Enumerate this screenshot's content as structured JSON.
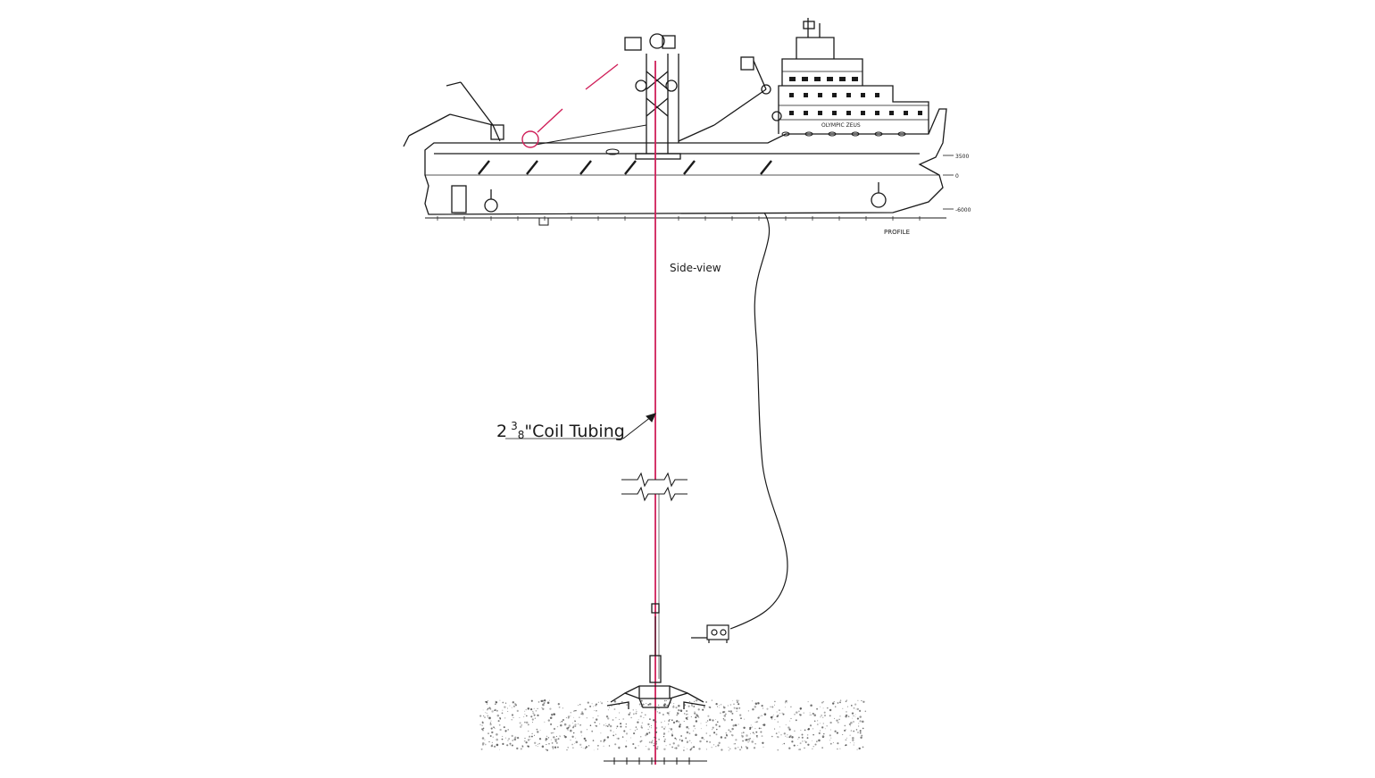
{
  "title": "",
  "labels": {
    "side_view": "Side-view",
    "coil_whole": "2",
    "coil_num": "3",
    "coil_den": "8",
    "coil_text": "\"Coil Tubing"
  },
  "ship": {
    "name_mark": "OLYMPIC ZEUS",
    "profile_label": "PROFILE",
    "draft_marks": [
      "3500",
      "0",
      "-6000"
    ]
  },
  "colors": {
    "line": "#1a1a1a",
    "tubing": "#d0205a",
    "background": "#ffffff"
  },
  "icons": [
    "ship-icon",
    "crane-icon",
    "tower-icon",
    "rov-icon",
    "seabed-template-icon"
  ]
}
